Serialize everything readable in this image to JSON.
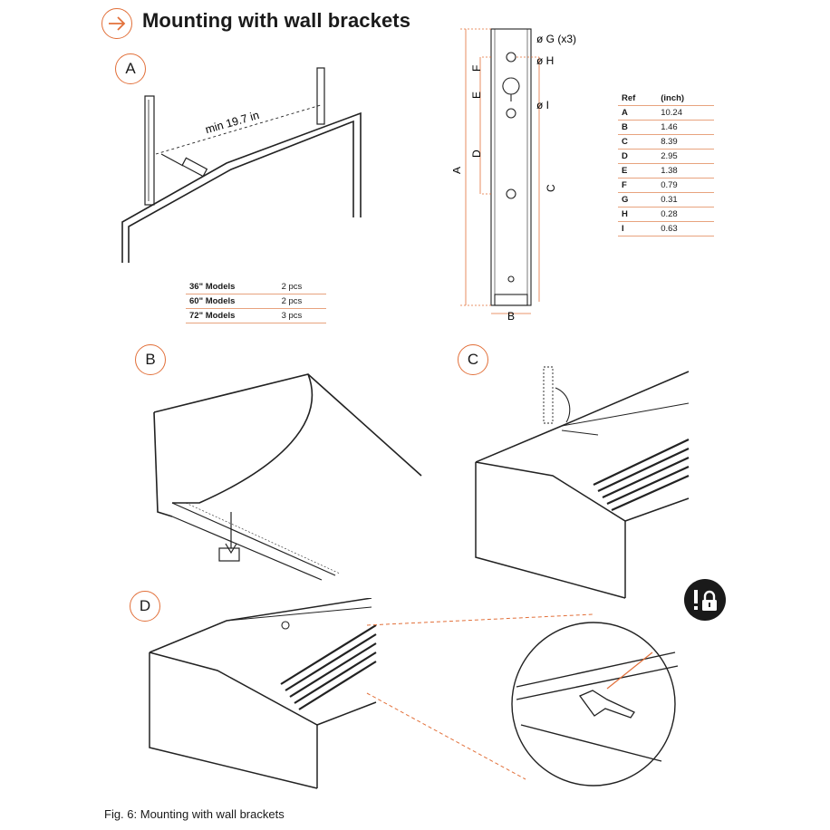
{
  "header": {
    "title": "Mounting with wall brackets",
    "icon": "arrow-right-icon",
    "accent_color": "#e2703a"
  },
  "steps": {
    "a": "A",
    "b": "B",
    "c": "C",
    "d": "D"
  },
  "step_a": {
    "distance_label": "min 19.7 in"
  },
  "models_table": {
    "rows": [
      {
        "model": "36\" Models",
        "qty": "2 pcs"
      },
      {
        "model": "60\" Models",
        "qty": "2 pcs"
      },
      {
        "model": "72\" Models",
        "qty": "3 pcs"
      }
    ]
  },
  "bracket_drawing": {
    "labels": {
      "A": "A",
      "B": "B",
      "C": "C",
      "D": "D",
      "E": "E",
      "F": "F",
      "G": "ø G (x3)",
      "H": "ø H",
      "I": "ø I"
    }
  },
  "ref_table": {
    "header_ref": "Ref",
    "header_unit": "(inch)",
    "rows": [
      {
        "ref": "A",
        "value": "10.24"
      },
      {
        "ref": "B",
        "value": "1.46"
      },
      {
        "ref": "C",
        "value": "8.39"
      },
      {
        "ref": "D",
        "value": "2.95"
      },
      {
        "ref": "E",
        "value": "1.38"
      },
      {
        "ref": "F",
        "value": "0.79"
      },
      {
        "ref": "G",
        "value": "0.31"
      },
      {
        "ref": "H",
        "value": "0.28"
      },
      {
        "ref": "I",
        "value": "0.63"
      }
    ]
  },
  "step_d": {
    "warning_icon": "lock-warning-icon"
  },
  "caption": "Fig. 6: Mounting with wall brackets"
}
